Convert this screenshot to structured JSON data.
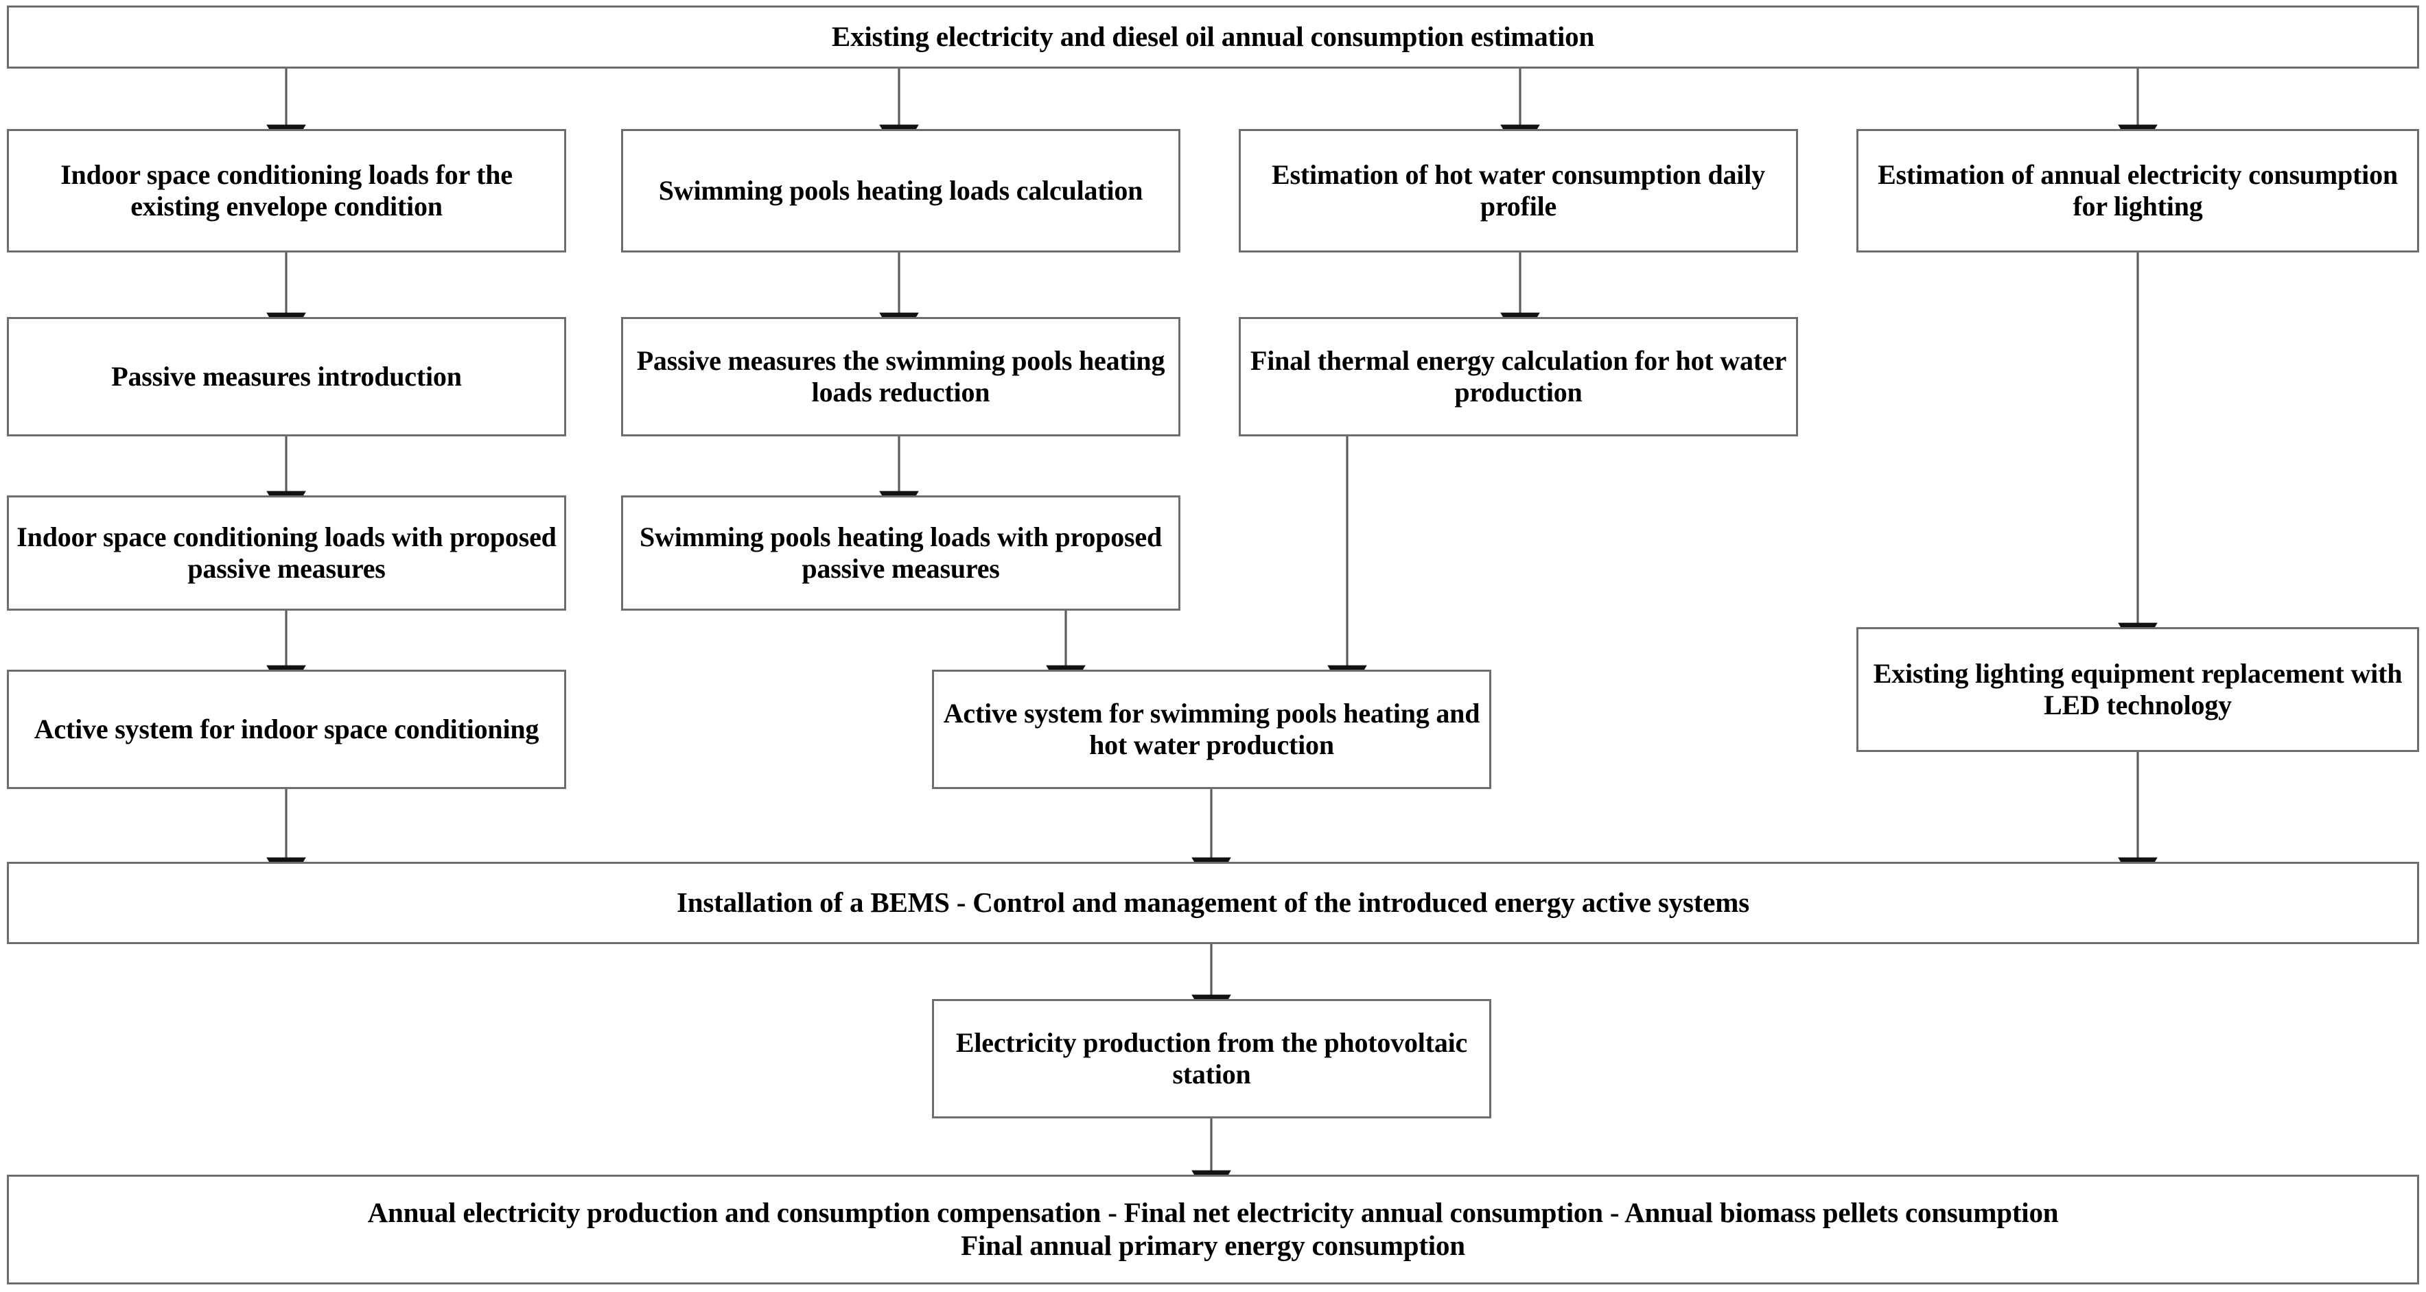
{
  "diagram": {
    "title": "Existing electricity and diesel oil annual consumption estimation",
    "nodes": {
      "top": "Existing electricity and diesel oil annual consumption estimation",
      "c1r1": "Indoor space conditioning loads for the existing envelope condition",
      "c2r1": "Swimming pools heating loads calculation",
      "c3r1": "Estimation of hot water consumption daily profile",
      "c4r1": "Estimation of annual electricity consumption for lighting",
      "c1r2": "Passive measures introduction",
      "c2r2": "Passive measures the swimming pools heating loads reduction",
      "c3r2": "Final thermal energy calculation for hot water production",
      "c1r3": "Indoor space conditioning loads with proposed passive measures",
      "c2r3": "Swimming pools heating loads with proposed passive measures",
      "c1r4": "Active system for indoor space conditioning",
      "c2r4": "Active system for swimming pools heating and hot water production",
      "c4r4": "Existing lighting equipment replacement with LED technology",
      "bems": "Installation of a BEMS - Control and management of the introduced energy active systems",
      "pv": "Electricity production from the photovoltaic station",
      "final_line1": "Annual electricity production and consumption compensation - Final net electricity annual consumption - Annual biomass pellets consumption",
      "final_line2": "Final annual primary energy consumption"
    },
    "colors": {
      "box_border": "#6e6e6e",
      "connector": "#5e5e5e",
      "arrowhead": "#111111",
      "text": "#000000",
      "background": "#ffffff"
    }
  }
}
